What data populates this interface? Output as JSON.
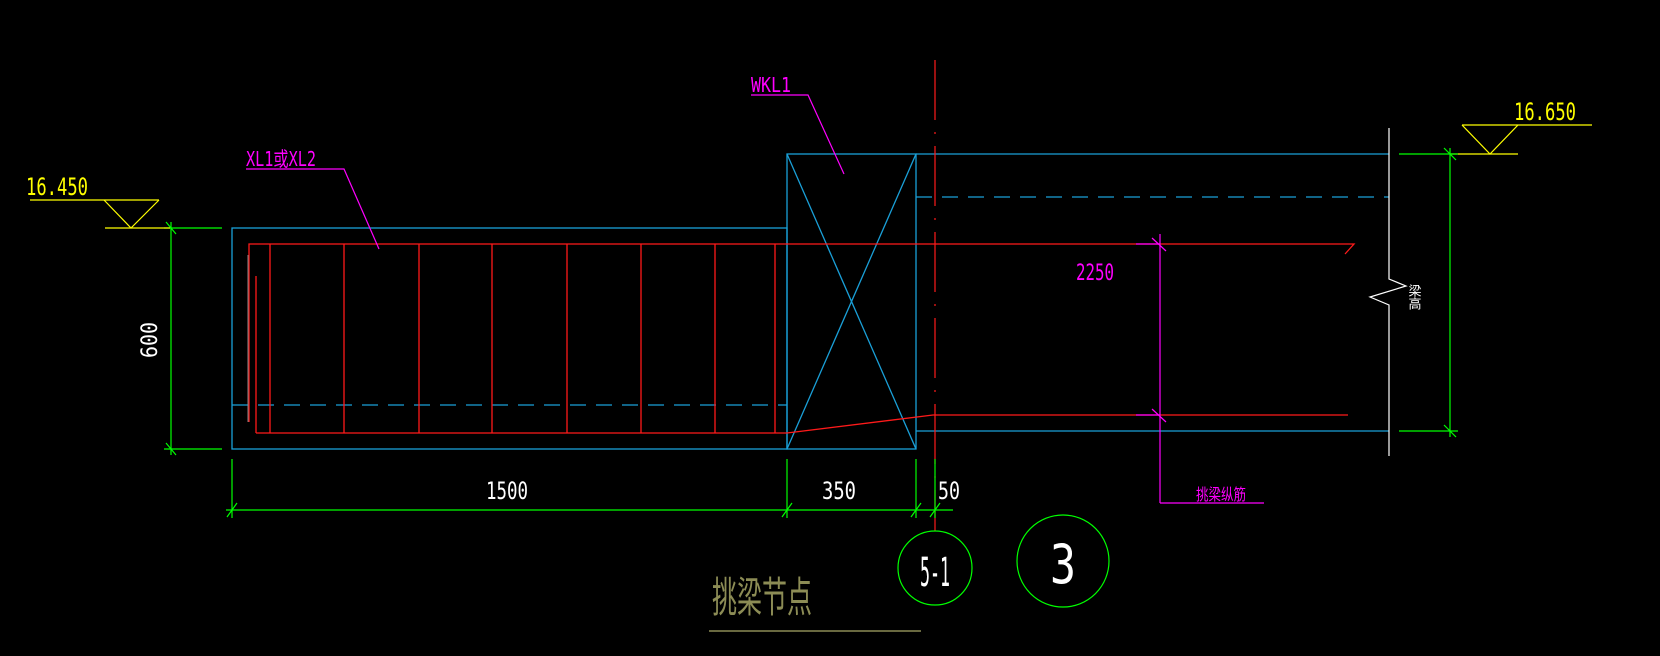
{
  "drawing": {
    "title": "挑梁节点",
    "colors": {
      "background": "#000000",
      "beam_outline": "#1aa0d8",
      "rebar": "#ff1a1a",
      "dimension": "#00ff00",
      "elevation": "#ffff00",
      "label": "#ff00ff",
      "text": "#ffffff",
      "title": "#8c8c55"
    },
    "labels": {
      "cantilever_beam": "XL1或XL2",
      "frame_beam": "WKL1",
      "anchorage_length": "2250",
      "rebar_note": "挑梁纵筋",
      "beam_height": "梁高"
    },
    "elevations": {
      "left": "16.450",
      "right": "16.650"
    },
    "dimensions": {
      "cantilever_height": "600",
      "cantilever_length": "1500",
      "column_width": "350",
      "axis_offset": "50"
    },
    "axis_bubbles": {
      "axis": "5-1",
      "detail": "3"
    }
  }
}
